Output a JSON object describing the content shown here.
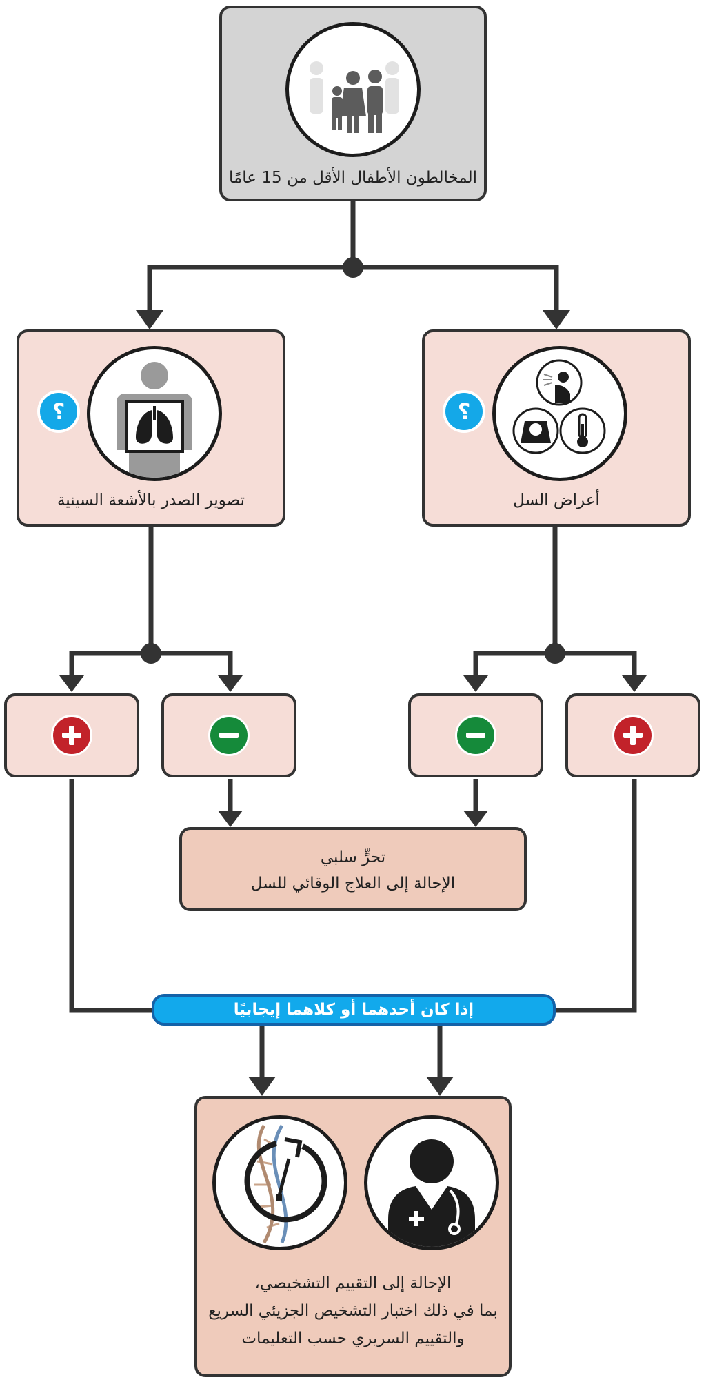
{
  "top": {
    "label": "المخالطون الأطفال الأقل من 15 عامًا",
    "icon": "family-icon"
  },
  "symptoms": {
    "label": "أعراض السل",
    "icon": "symptoms-icon",
    "badge": "؟"
  },
  "xray": {
    "label": "تصوير الصدر بالأشعة السينية",
    "icon": "chest-xray-icon",
    "badge": "؟"
  },
  "signs": {
    "plus_icon": "plus-circle-icon",
    "minus_icon": "minus-circle-icon"
  },
  "negative": {
    "line1": "تحرٍّ سلبي",
    "line2": "الإحالة إلى العلاج الوقائي للسل"
  },
  "condition": {
    "label": "إذا كان أحدهما أو كلاهما إيجابيًا"
  },
  "final": {
    "line1": "الإحالة إلى التقييم التشخيصي،",
    "line2": "بما في ذلك اختبار التشخيص الجزيئي السريع",
    "line3": "والتقييم السريري حسب التعليمات",
    "icon_left": "dna-test-icon",
    "icon_right": "doctor-icon"
  },
  "colors": {
    "top_box": "#d4d4d4",
    "pink_box": "#f6ddd7",
    "tan_box": "#efcbbb",
    "badge_blue": "#14a8e8",
    "plus_red": "#c2222a",
    "minus_green": "#158a3a",
    "bar_blue": "#12a9ec",
    "line": "#333333"
  }
}
